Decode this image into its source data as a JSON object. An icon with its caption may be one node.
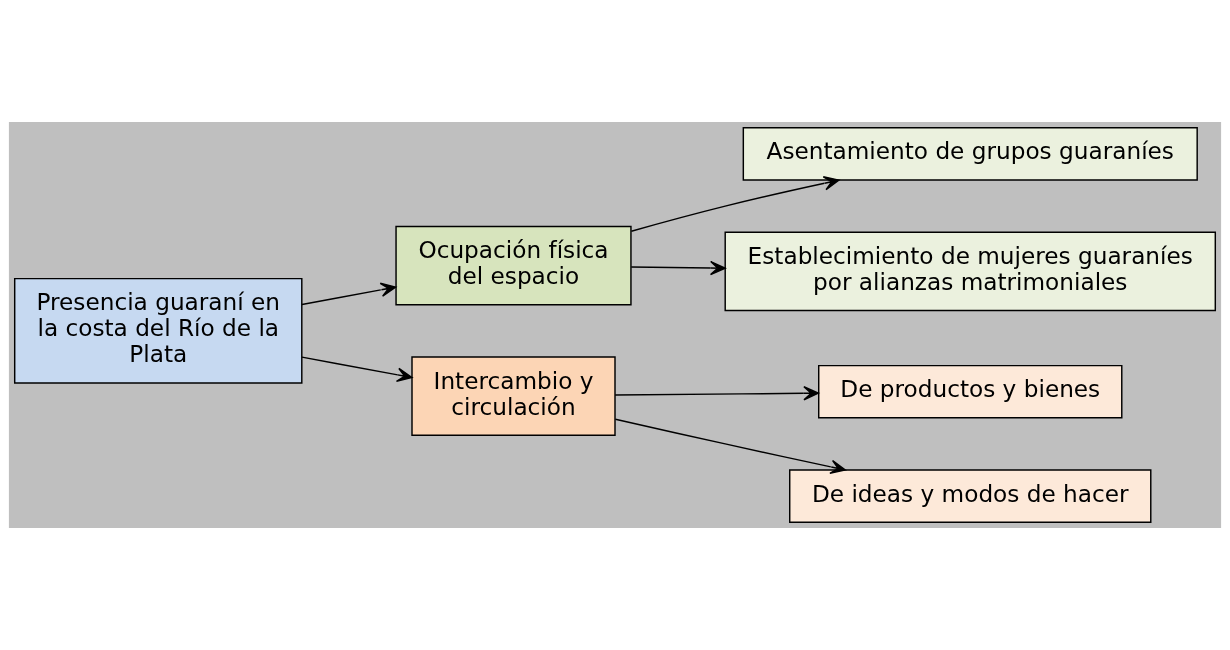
{
  "diagram": {
    "nodes": [
      {
        "text": [
          "Presencia guaraní en la costa del Río de la Plata"
        ]
      },
      {
        "text": [
          "Ocupación física del espacio"
        ]
      },
      {
        "text": [
          "Intercambio y circulación"
        ]
      },
      {
        "text": [
          "Asentamiento de grupos guaraníes"
        ]
      },
      {
        "text": [
          "Establecimiento de mujeres guaraníes por alianzas matrimoniales"
        ]
      },
      {
        "text": [
          "De productos y bienes"
        ]
      },
      {
        "text": [
          "De ideas y modos de hacer"
        ]
      }
    ],
    "edges": [
      {
        "from": 0,
        "to": 1,
        "arrow": "to"
      },
      {
        "from": 0,
        "to": 2,
        "arrow": "to"
      },
      {
        "from": 1,
        "to": 3,
        "arrow": "to"
      },
      {
        "from": 1,
        "to": 4,
        "arrow": "to"
      },
      {
        "from": 2,
        "to": 5,
        "arrow": "to"
      },
      {
        "from": 2,
        "to": 6,
        "arrow": "to"
      }
    ]
  }
}
